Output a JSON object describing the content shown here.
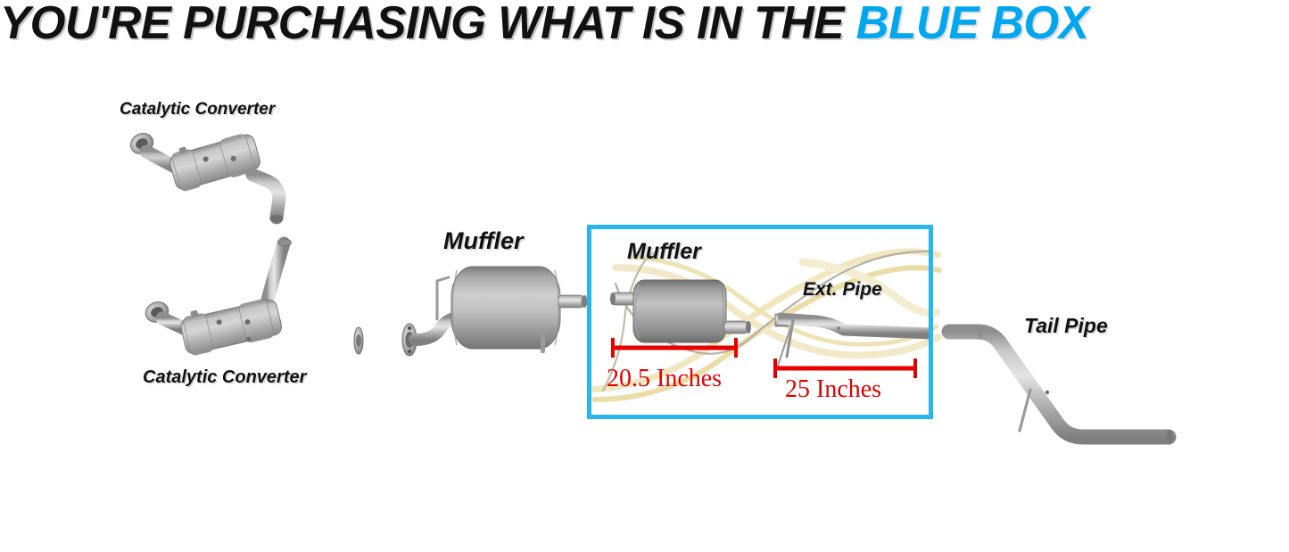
{
  "headline": {
    "text_main": "YOU'RE PURCHASING WHAT IS IN THE ",
    "text_accent": "BLUE BOX",
    "full_text": "YOU'RE PURCHASING WHAT IS IN THE BLUE BOX",
    "accent_color": "#00A7EF",
    "main_color": "#111111"
  },
  "labels": {
    "cat_converter_top": "Catalytic Converter",
    "cat_converter_bottom": "Catalytic Converter",
    "muffler_large": "Muffler",
    "muffler_boxed": "Muffler",
    "ext_pipe": "Ext. Pipe",
    "tail_pipe": "Tail Pipe"
  },
  "blue_box": {
    "border_color": "#29B6F0",
    "contains": [
      "Muffler",
      "Ext. Pipe"
    ]
  },
  "dimensions": {
    "muffler_length": "20.5 Inches",
    "ext_pipe_length": "25 Inches",
    "dimension_color": "#E00000"
  },
  "parts": {
    "metal_color_light": "#D8D8D8",
    "metal_color_mid": "#A6A6A6",
    "metal_color_dark": "#6E6E6E",
    "swoosh_color": "#E8D89A"
  }
}
